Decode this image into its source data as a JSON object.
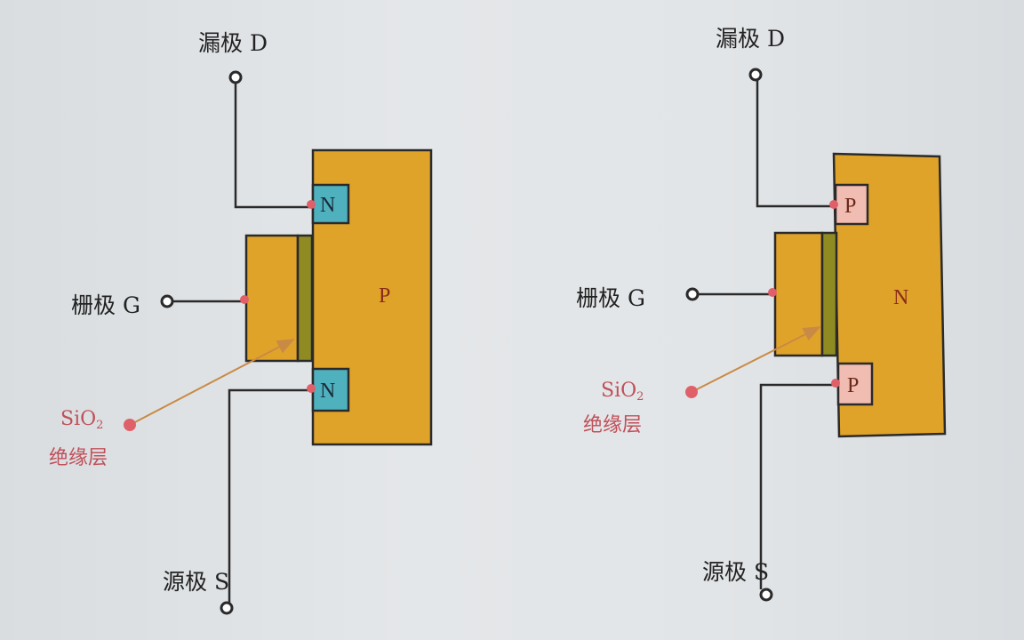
{
  "colors": {
    "body": "#e0a32a",
    "n_region": "#4fb1bd",
    "p_region": "#f1bcb2",
    "oxide": "#8f8b22",
    "dot": "#e0606a",
    "arrow": "#c98a45"
  },
  "left": {
    "drain": "漏极 D",
    "gate": "栅极 G",
    "source": "源极 S",
    "oxide_a": "SiO",
    "oxide_sub": "2",
    "oxide_b": "绝缘层",
    "substrate": "P",
    "drain_region": "N",
    "source_region": "N"
  },
  "right": {
    "drain": "漏极 D",
    "gate": "栅极 G",
    "source": "源极 S",
    "oxide_a": "SiO",
    "oxide_sub": "2",
    "oxide_b": "绝缘层",
    "substrate": "N",
    "drain_region": "P",
    "source_region": "P"
  }
}
